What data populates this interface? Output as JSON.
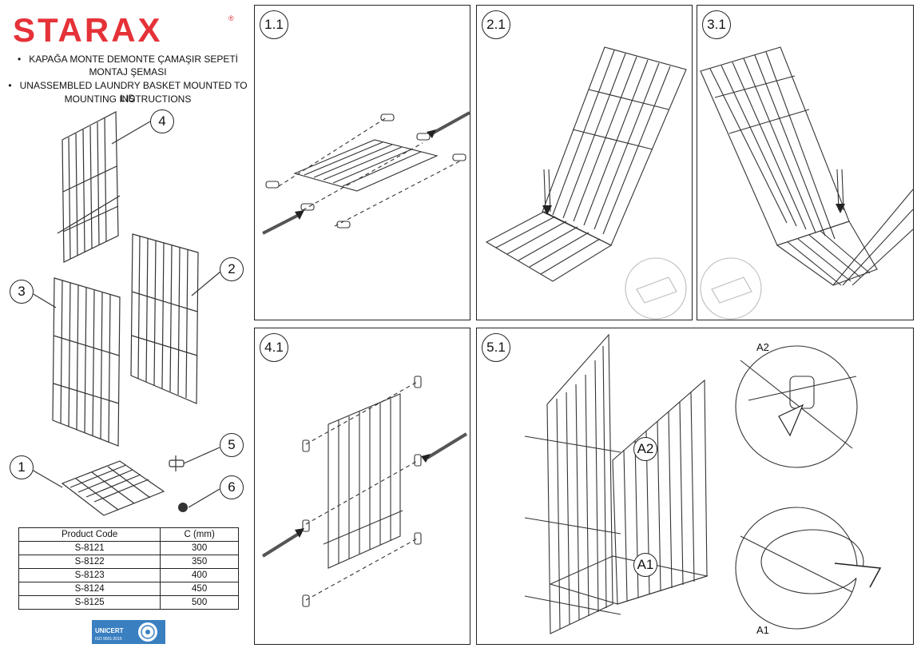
{
  "brand": {
    "name": "STARAX",
    "registered": "®",
    "color": "#e53238"
  },
  "title": {
    "tr_line1": "KAPAĞA MONTE DEMONTE ÇAMAŞIR SEPETİ",
    "tr_line2": "MONTAJ ŞEMASI",
    "en_line1": "UNASSEMBLED LAUNDRY BASKET MOUNTED TO LID",
    "en_line2": "MOUNTING INSTRUCTIONS",
    "bullet": "•"
  },
  "parts": {
    "p1": "1",
    "p2": "2",
    "p3": "3",
    "p4": "4",
    "p5": "5",
    "p6": "6"
  },
  "steps": {
    "s11": "1.1",
    "s21": "2.1",
    "s31": "3.1",
    "s41": "4.1",
    "s51": "5.1"
  },
  "callouts": {
    "a1": "A1",
    "a2": "A2"
  },
  "table": {
    "headers": [
      "Product Code",
      "C (mm)"
    ],
    "rows": [
      [
        "S-8121",
        "300"
      ],
      [
        "S-8122",
        "350"
      ],
      [
        "S-8123",
        "400"
      ],
      [
        "S-8124",
        "450"
      ],
      [
        "S-8125",
        "500"
      ]
    ]
  },
  "certification": {
    "label": "UNICERT",
    "standard": "ISO 9001:2015",
    "color": "#3a7fc0"
  },
  "icons": {
    "arrow": "insert-arrow-icon",
    "rotate": "rotate-arrow-icon"
  }
}
